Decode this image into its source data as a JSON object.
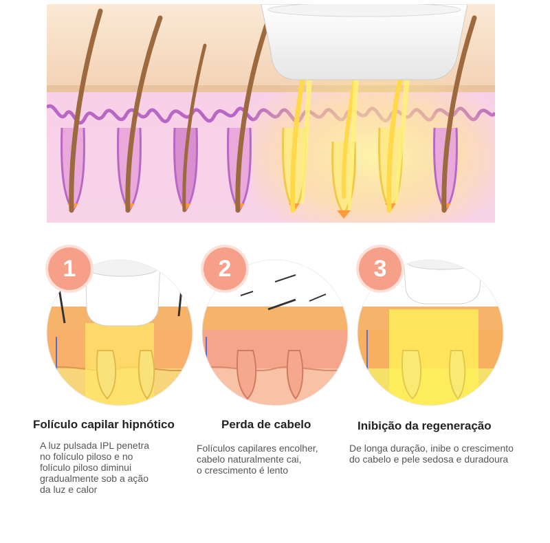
{
  "steps": [
    {
      "number": "1",
      "title": "Folículo capilar hipnótico",
      "description": "A luz pulsada IPL penetra\nno folículo piloso e no\nfolículo piloso diminui\ngradualmente sob a ação\nda luz e calor"
    },
    {
      "number": "2",
      "title": "Perda de cabelo",
      "description": "Folículos capilares encolher,\ncabelo naturalmente cai,\no crescimento é lento"
    },
    {
      "number": "3",
      "title": "Inibição da regeneração",
      "description": "De longa duração, inibe o crescimento\ndo cabelo e pele sedosa e duradoura"
    }
  ],
  "colors": {
    "badge": "#f6a08a",
    "skin_top": "#f8e1cc",
    "dermis": "#f6c6e4",
    "papilla": "#c06bc6",
    "hair": "#9c6a3e",
    "light": "#ffe86b",
    "text_title": "#222222",
    "text_desc": "#555555"
  }
}
